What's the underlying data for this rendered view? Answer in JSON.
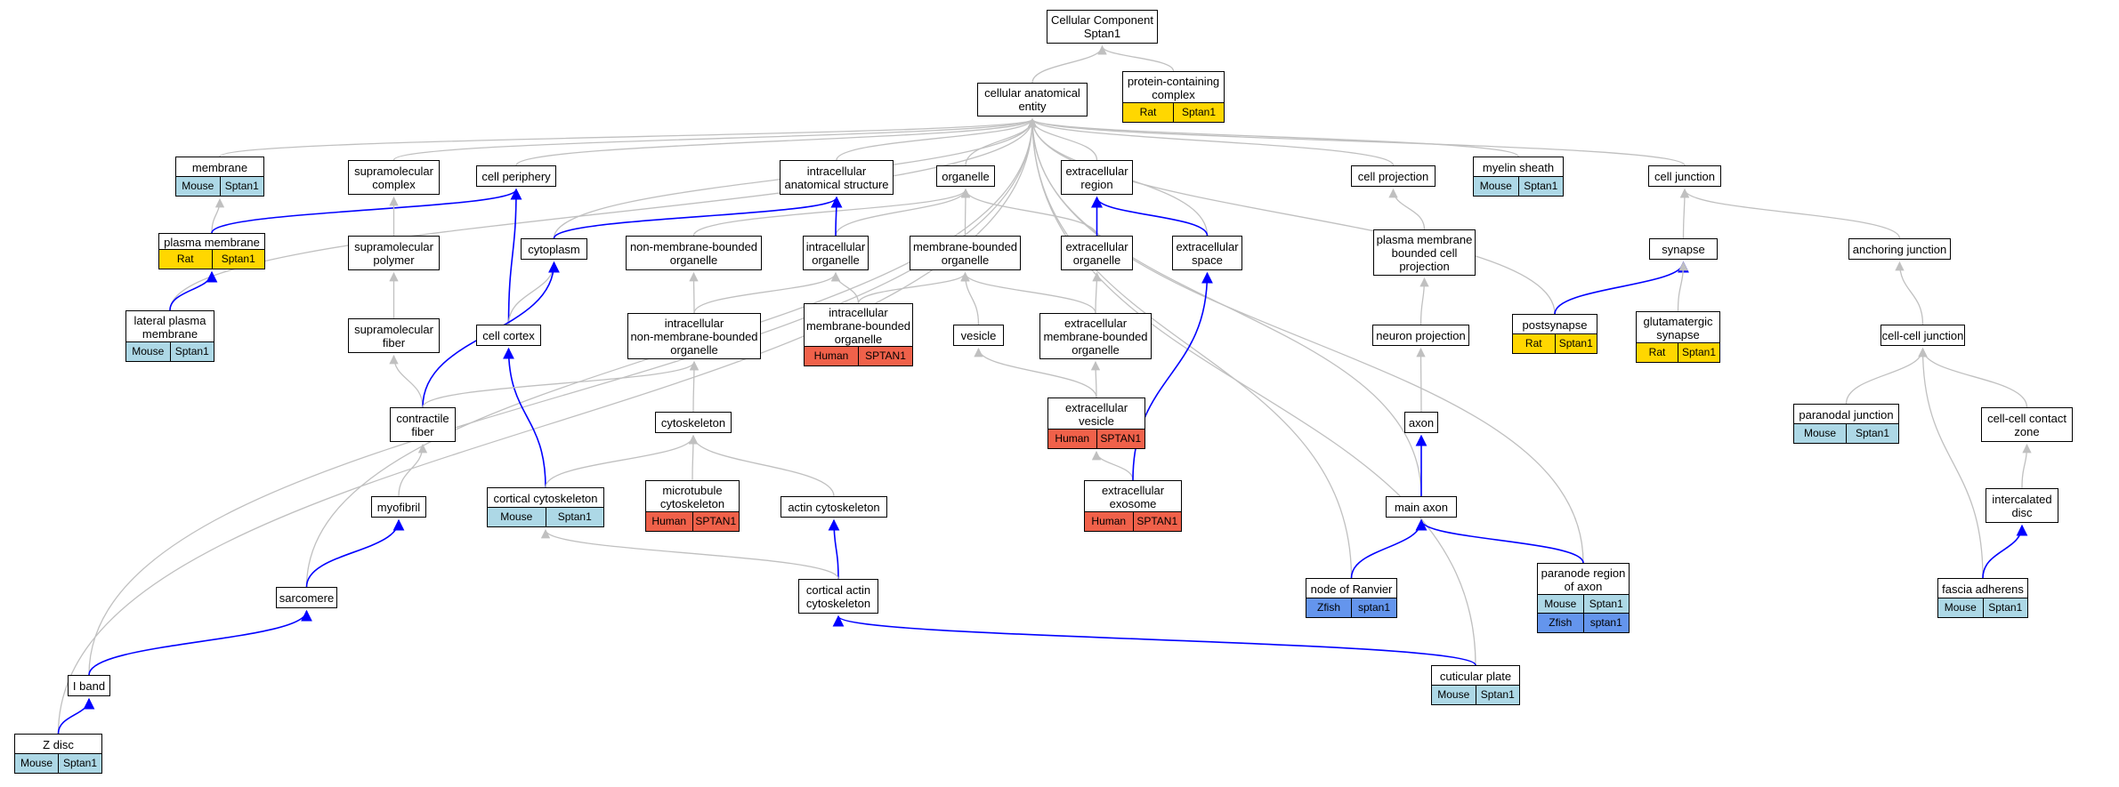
{
  "diagram": {
    "colors": {
      "mouse": "#add8e6",
      "rat": "#ffd700",
      "human": "#f0614a",
      "zfish": "#6495ed",
      "edge_is_a": "#c0c0c0",
      "edge_part_of": "#0000ff"
    },
    "nodes": [
      {
        "id": "root",
        "lines": [
          "Cellular Component",
          "Sptan1"
        ],
        "tags": []
      },
      {
        "id": "cae",
        "lines": [
          "cellular anatomical",
          "entity"
        ],
        "tags": []
      },
      {
        "id": "pcc",
        "lines": [
          "protein-containing",
          "complex"
        ],
        "tags": [
          {
            "org": "rat",
            "label": "Rat"
          },
          {
            "org": "rat",
            "label": "Sptan1"
          }
        ]
      },
      {
        "id": "membrane",
        "lines": [
          "membrane"
        ],
        "tags": [
          {
            "org": "mouse",
            "label": "Mouse"
          },
          {
            "org": "mouse",
            "label": "Sptan1"
          }
        ]
      },
      {
        "id": "supcomplex",
        "lines": [
          "supramolecular",
          "complex"
        ],
        "tags": []
      },
      {
        "id": "cellper",
        "lines": [
          "cell periphery"
        ],
        "tags": []
      },
      {
        "id": "icstruct",
        "lines": [
          "intracellular",
          "anatomical structure"
        ],
        "tags": []
      },
      {
        "id": "organelle",
        "lines": [
          "organelle"
        ],
        "tags": []
      },
      {
        "id": "ecregion",
        "lines": [
          "extracellular",
          "region"
        ],
        "tags": []
      },
      {
        "id": "cellproj",
        "lines": [
          "cell projection"
        ],
        "tags": []
      },
      {
        "id": "myelin",
        "lines": [
          "myelin sheath"
        ],
        "tags": [
          {
            "org": "mouse",
            "label": "Mouse"
          },
          {
            "org": "mouse",
            "label": "Sptan1"
          }
        ]
      },
      {
        "id": "celljunc",
        "lines": [
          "cell junction"
        ],
        "tags": []
      },
      {
        "id": "pm",
        "lines": [
          "plasma membrane"
        ],
        "tags": [
          {
            "org": "rat",
            "label": "Rat"
          },
          {
            "org": "rat",
            "label": "Sptan1"
          }
        ]
      },
      {
        "id": "suppoly",
        "lines": [
          "supramolecular",
          "polymer"
        ],
        "tags": []
      },
      {
        "id": "cytoplasm",
        "lines": [
          "cytoplasm"
        ],
        "tags": []
      },
      {
        "id": "nmbo",
        "lines": [
          "non-membrane-bounded",
          "organelle"
        ],
        "tags": []
      },
      {
        "id": "icorg",
        "lines": [
          "intracellular",
          "organelle"
        ],
        "tags": []
      },
      {
        "id": "mbo",
        "lines": [
          "membrane-bounded",
          "organelle"
        ],
        "tags": []
      },
      {
        "id": "ecorg",
        "lines": [
          "extracellular",
          "organelle"
        ],
        "tags": []
      },
      {
        "id": "ecspace",
        "lines": [
          "extracellular",
          "space"
        ],
        "tags": []
      },
      {
        "id": "pmbcp",
        "lines": [
          "plasma membrane",
          "bounded cell",
          "projection"
        ],
        "tags": []
      },
      {
        "id": "synapse",
        "lines": [
          "synapse"
        ],
        "tags": []
      },
      {
        "id": "anchjunc",
        "lines": [
          "anchoring junction"
        ],
        "tags": []
      },
      {
        "id": "lpm",
        "lines": [
          "lateral plasma",
          "membrane"
        ],
        "tags": [
          {
            "org": "mouse",
            "label": "Mouse"
          },
          {
            "org": "mouse",
            "label": "Sptan1"
          }
        ]
      },
      {
        "id": "supfiber",
        "lines": [
          "supramolecular",
          "fiber"
        ],
        "tags": []
      },
      {
        "id": "cellcortex",
        "lines": [
          "cell cortex"
        ],
        "tags": []
      },
      {
        "id": "icnmbo",
        "lines": [
          "intracellular",
          "non-membrane-bounded",
          "organelle"
        ],
        "tags": []
      },
      {
        "id": "icmbo",
        "lines": [
          "intracellular",
          "membrane-bounded",
          "organelle"
        ],
        "tags": [
          {
            "org": "human",
            "label": "Human"
          },
          {
            "org": "human",
            "label": "SPTAN1"
          }
        ]
      },
      {
        "id": "vesicle",
        "lines": [
          "vesicle"
        ],
        "tags": []
      },
      {
        "id": "ecmbo",
        "lines": [
          "extracellular",
          "membrane-bounded",
          "organelle"
        ],
        "tags": []
      },
      {
        "id": "neuproj",
        "lines": [
          "neuron projection"
        ],
        "tags": []
      },
      {
        "id": "postsyn",
        "lines": [
          "postsynapse"
        ],
        "tags": [
          {
            "org": "rat",
            "label": "Rat"
          },
          {
            "org": "rat",
            "label": "Sptan1"
          }
        ]
      },
      {
        "id": "glusyn",
        "lines": [
          "glutamatergic",
          "synapse"
        ],
        "tags": [
          {
            "org": "rat",
            "label": "Rat"
          },
          {
            "org": "rat",
            "label": "Sptan1"
          }
        ]
      },
      {
        "id": "ccjunc",
        "lines": [
          "cell-cell junction"
        ],
        "tags": []
      },
      {
        "id": "contrfiber",
        "lines": [
          "contractile",
          "fiber"
        ],
        "tags": []
      },
      {
        "id": "cytoskel",
        "lines": [
          "cytoskeleton"
        ],
        "tags": []
      },
      {
        "id": "ecves",
        "lines": [
          "extracellular",
          "vesicle"
        ],
        "tags": [
          {
            "org": "human",
            "label": "Human"
          },
          {
            "org": "human",
            "label": "SPTAN1"
          }
        ]
      },
      {
        "id": "axon",
        "lines": [
          "axon"
        ],
        "tags": []
      },
      {
        "id": "paranodal",
        "lines": [
          "paranodal junction"
        ],
        "tags": [
          {
            "org": "mouse",
            "label": "Mouse"
          },
          {
            "org": "mouse",
            "label": "Sptan1"
          }
        ]
      },
      {
        "id": "cccz",
        "lines": [
          "cell-cell contact",
          "zone"
        ],
        "tags": []
      },
      {
        "id": "myofibril",
        "lines": [
          "myofibril"
        ],
        "tags": []
      },
      {
        "id": "cortcyto",
        "lines": [
          "cortical cytoskeleton"
        ],
        "tags": [
          {
            "org": "mouse",
            "label": "Mouse"
          },
          {
            "org": "mouse",
            "label": "Sptan1"
          }
        ]
      },
      {
        "id": "mtcyto",
        "lines": [
          "microtubule",
          "cytoskeleton"
        ],
        "tags": [
          {
            "org": "human",
            "label": "Human"
          },
          {
            "org": "human",
            "label": "SPTAN1"
          }
        ]
      },
      {
        "id": "actcyto",
        "lines": [
          "actin cytoskeleton"
        ],
        "tags": []
      },
      {
        "id": "ecexo",
        "lines": [
          "extracellular",
          "exosome"
        ],
        "tags": [
          {
            "org": "human",
            "label": "Human"
          },
          {
            "org": "human",
            "label": "SPTAN1"
          }
        ]
      },
      {
        "id": "mainaxon",
        "lines": [
          "main axon"
        ],
        "tags": []
      },
      {
        "id": "icdisc",
        "lines": [
          "intercalated",
          "disc"
        ],
        "tags": []
      },
      {
        "id": "sarcomere",
        "lines": [
          "sarcomere"
        ],
        "tags": []
      },
      {
        "id": "cortactin",
        "lines": [
          "cortical actin",
          "cytoskeleton"
        ],
        "tags": []
      },
      {
        "id": "nodeRanvier",
        "lines": [
          "node of Ranvier"
        ],
        "tags": [
          {
            "org": "zfish",
            "label": "Zfish"
          },
          {
            "org": "zfish",
            "label": "sptan1"
          }
        ]
      },
      {
        "id": "paranode",
        "lines": [
          "paranode region",
          "of axon"
        ],
        "tags": [
          {
            "org": "mouse",
            "label": "Mouse"
          },
          {
            "org": "mouse",
            "label": "Sptan1"
          },
          {
            "org": "zfish",
            "label": "Zfish"
          },
          {
            "org": "zfish",
            "label": "sptan1"
          }
        ]
      },
      {
        "id": "fascia",
        "lines": [
          "fascia adherens"
        ],
        "tags": [
          {
            "org": "mouse",
            "label": "Mouse"
          },
          {
            "org": "mouse",
            "label": "Sptan1"
          }
        ]
      },
      {
        "id": "iband",
        "lines": [
          "I band"
        ],
        "tags": []
      },
      {
        "id": "cuticular",
        "lines": [
          "cuticular plate"
        ],
        "tags": [
          {
            "org": "mouse",
            "label": "Mouse"
          },
          {
            "org": "mouse",
            "label": "Sptan1"
          }
        ]
      },
      {
        "id": "zdisc",
        "lines": [
          "Z disc"
        ],
        "tags": [
          {
            "org": "mouse",
            "label": "Mouse"
          },
          {
            "org": "mouse",
            "label": "Sptan1"
          }
        ]
      }
    ],
    "edges": [
      [
        "cae",
        "root",
        "is_a"
      ],
      [
        "pcc",
        "root",
        "is_a"
      ],
      [
        "membrane",
        "cae",
        "is_a"
      ],
      [
        "supcomplex",
        "cae",
        "is_a"
      ],
      [
        "cellper",
        "cae",
        "is_a"
      ],
      [
        "icstruct",
        "cae",
        "is_a"
      ],
      [
        "organelle",
        "cae",
        "is_a"
      ],
      [
        "ecregion",
        "cae",
        "is_a"
      ],
      [
        "cellproj",
        "cae",
        "is_a"
      ],
      [
        "myelin",
        "cae",
        "is_a"
      ],
      [
        "celljunc",
        "cae",
        "is_a"
      ],
      [
        "cytoplasm",
        "cae",
        "is_a"
      ],
      [
        "ecspace",
        "cae",
        "is_a"
      ],
      [
        "postsyn",
        "cae",
        "is_a"
      ],
      [
        "sarcomere",
        "cae",
        "is_a"
      ],
      [
        "iband",
        "cae",
        "is_a"
      ],
      [
        "zdisc",
        "cae",
        "is_a"
      ],
      [
        "lpm",
        "cae",
        "is_a"
      ],
      [
        "mainaxon",
        "cae",
        "is_a"
      ],
      [
        "nodeRanvier",
        "cae",
        "is_a"
      ],
      [
        "paranode",
        "cae",
        "is_a"
      ],
      [
        "cuticular",
        "cae",
        "is_a"
      ],
      [
        "pm",
        "membrane",
        "is_a"
      ],
      [
        "lpm",
        "pm",
        "part_of"
      ],
      [
        "pm",
        "cellper",
        "part_of"
      ],
      [
        "suppoly",
        "supcomplex",
        "is_a"
      ],
      [
        "supfiber",
        "suppoly",
        "is_a"
      ],
      [
        "contrfiber",
        "supfiber",
        "is_a"
      ],
      [
        "myofibril",
        "contrfiber",
        "is_a"
      ],
      [
        "sarcomere",
        "myofibril",
        "part_of"
      ],
      [
        "iband",
        "sarcomere",
        "part_of"
      ],
      [
        "zdisc",
        "iband",
        "part_of"
      ],
      [
        "cytoplasm",
        "icstruct",
        "part_of"
      ],
      [
        "cellcortex",
        "cellper",
        "part_of"
      ],
      [
        "cellcortex",
        "cytoplasm",
        "is_a"
      ],
      [
        "contrfiber",
        "cytoplasm",
        "part_of"
      ],
      [
        "cortcyto",
        "cellcortex",
        "part_of"
      ],
      [
        "nmbo",
        "organelle",
        "is_a"
      ],
      [
        "icorg",
        "organelle",
        "is_a"
      ],
      [
        "icorg",
        "icstruct",
        "part_of"
      ],
      [
        "mbo",
        "organelle",
        "is_a"
      ],
      [
        "ecorg",
        "organelle",
        "is_a"
      ],
      [
        "ecorg",
        "ecregion",
        "part_of"
      ],
      [
        "ecspace",
        "ecregion",
        "part_of"
      ],
      [
        "icnmbo",
        "nmbo",
        "is_a"
      ],
      [
        "icnmbo",
        "icorg",
        "is_a"
      ],
      [
        "icmbo",
        "icorg",
        "is_a"
      ],
      [
        "icmbo",
        "mbo",
        "is_a"
      ],
      [
        "contrfiber",
        "icnmbo",
        "is_a"
      ],
      [
        "vesicle",
        "mbo",
        "is_a"
      ],
      [
        "ecmbo",
        "mbo",
        "is_a"
      ],
      [
        "ecmbo",
        "ecorg",
        "is_a"
      ],
      [
        "ecves",
        "vesicle",
        "is_a"
      ],
      [
        "ecves",
        "ecmbo",
        "is_a"
      ],
      [
        "ecexo",
        "ecves",
        "is_a"
      ],
      [
        "ecexo",
        "ecspace",
        "part_of"
      ],
      [
        "cytoskel",
        "icnmbo",
        "is_a"
      ],
      [
        "cortcyto",
        "cytoskel",
        "is_a"
      ],
      [
        "mtcyto",
        "cytoskel",
        "is_a"
      ],
      [
        "actcyto",
        "cytoskel",
        "is_a"
      ],
      [
        "cortactin",
        "actcyto",
        "part_of"
      ],
      [
        "cortactin",
        "cortcyto",
        "is_a"
      ],
      [
        "cuticular",
        "cortactin",
        "part_of"
      ],
      [
        "pmbcp",
        "cellproj",
        "is_a"
      ],
      [
        "neuproj",
        "pmbcp",
        "is_a"
      ],
      [
        "axon",
        "neuproj",
        "is_a"
      ],
      [
        "mainaxon",
        "axon",
        "part_of"
      ],
      [
        "nodeRanvier",
        "mainaxon",
        "part_of"
      ],
      [
        "paranode",
        "mainaxon",
        "part_of"
      ],
      [
        "synapse",
        "celljunc",
        "is_a"
      ],
      [
        "postsyn",
        "synapse",
        "part_of"
      ],
      [
        "glusyn",
        "synapse",
        "is_a"
      ],
      [
        "anchjunc",
        "celljunc",
        "is_a"
      ],
      [
        "ccjunc",
        "anchjunc",
        "is_a"
      ],
      [
        "paranodal",
        "ccjunc",
        "is_a"
      ],
      [
        "cccz",
        "ccjunc",
        "is_a"
      ],
      [
        "icdisc",
        "cccz",
        "is_a"
      ],
      [
        "fascia",
        "ccjunc",
        "is_a"
      ],
      [
        "fascia",
        "icdisc",
        "part_of"
      ]
    ]
  }
}
